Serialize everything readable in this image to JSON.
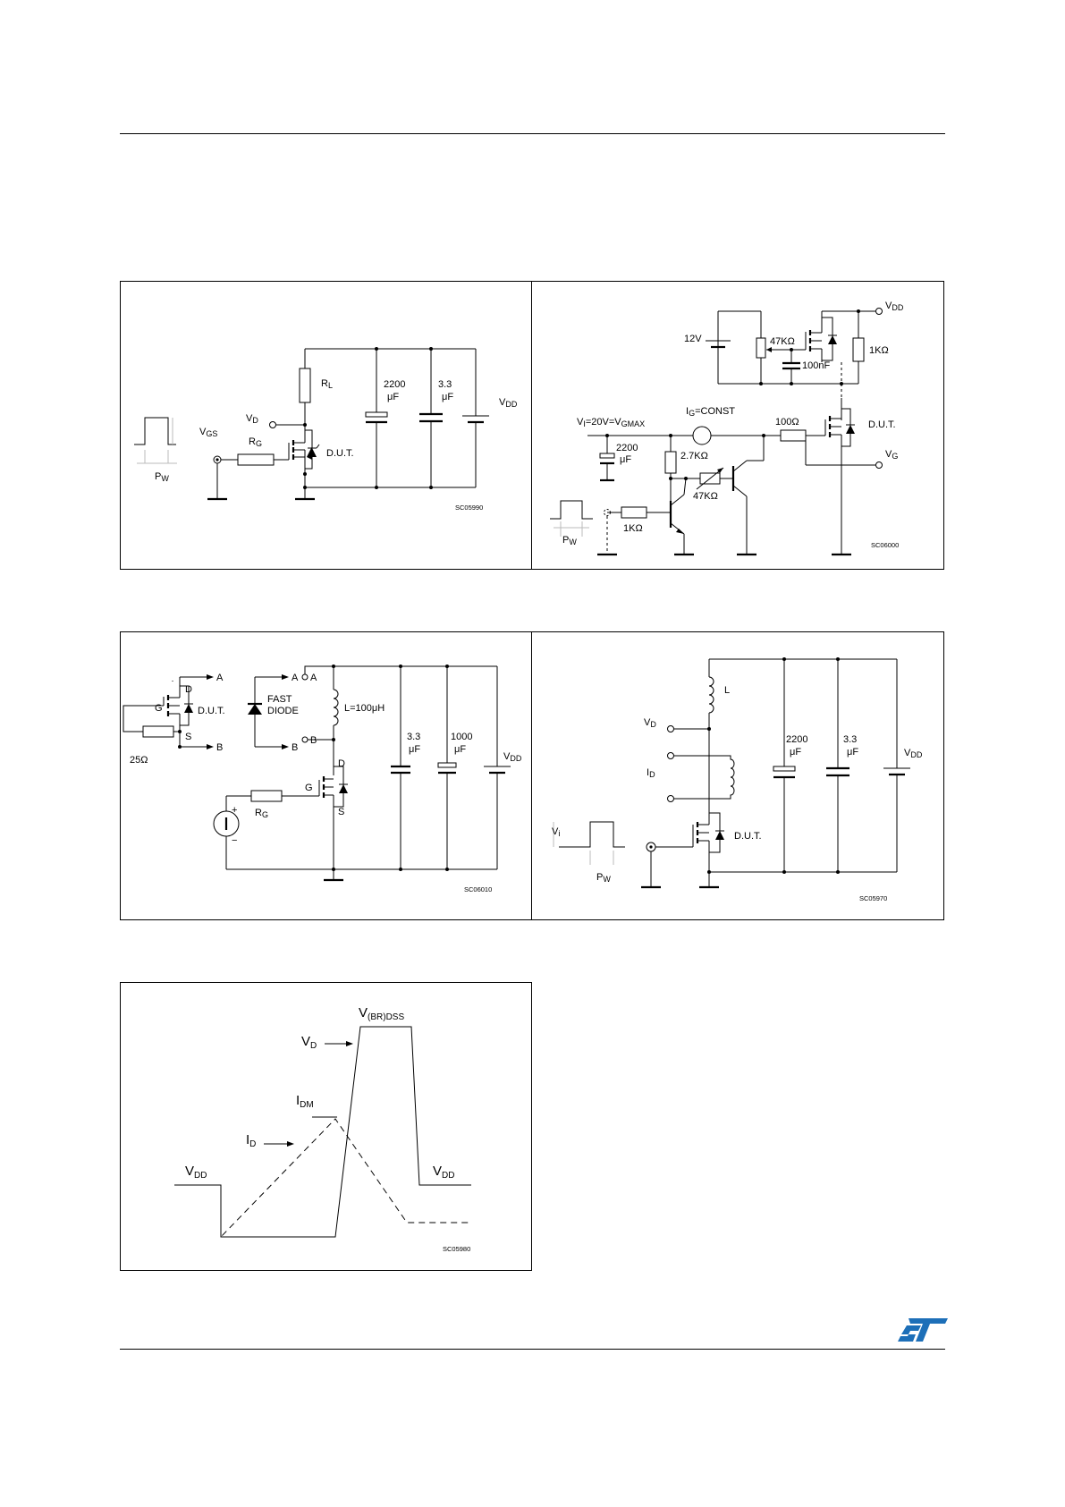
{
  "logo": {
    "name": "ST"
  },
  "fig1": {
    "code": "SC05990",
    "vgs_sym": "V",
    "vgs_sub": "GS",
    "pw_sym": "P",
    "pw_sub": "W",
    "rg_sym": "R",
    "rg_sub": "G",
    "rl_sym": "R",
    "rl_sub": "L",
    "vd_sym": "V",
    "vd_sub": "D",
    "vdd_sym": "V",
    "vdd_sub": "DD",
    "dut": "D.U.T.",
    "c1_val": "2200",
    "c1_unit": "μF",
    "c2_val": "3.3",
    "c2_unit": "μF"
  },
  "fig2": {
    "code": "SC06000",
    "vdd_sym": "V",
    "vdd_sub": "DD",
    "v12": "12V",
    "r47k_top": "47KΩ",
    "r1k_right": "1KΩ",
    "c100nf": "100nF",
    "vi_sym": "V",
    "vi_sub": "I",
    "vi_mid": "=20V=V",
    "vi_sub2": "GMAX",
    "ig_sym": "I",
    "ig_sub": "G",
    "ig_rest": "=CONST",
    "r100": "100Ω",
    "dut": "D.U.T.",
    "vg_sym": "V",
    "vg_sub": "G",
    "c2200_val": "2200",
    "c2200_unit": "μF",
    "r27k": "2.7KΩ",
    "r47k_mid": "47KΩ",
    "r1k_in": "1KΩ",
    "pw_sym": "P",
    "pw_sub": "W"
  },
  "fig3": {
    "code": "SC06010",
    "a1": "A",
    "a2": "A",
    "a3": "A",
    "b1": "B",
    "b2": "B",
    "b3": "B",
    "d1": "D",
    "d2": "D",
    "g1": "G",
    "g2": "G",
    "s1": "S",
    "s2": "S",
    "dut": "D.U.T.",
    "r25": "25Ω",
    "fast": "FAST",
    "diode": "DIODE",
    "lval": "L=100μH",
    "c1_val": "3.3",
    "c1_unit": "μF",
    "c2_val": "1000",
    "c2_unit": "μF",
    "vdd_sym": "V",
    "vdd_sub": "DD",
    "rg_sym": "R",
    "rg_sub": "G",
    "plus": "+",
    "minus": "−"
  },
  "fig4": {
    "code": "SC05970",
    "l": "L",
    "vd_sym": "V",
    "vd_sub": "D",
    "id_sym": "I",
    "id_sub": "D",
    "c1_val": "2200",
    "c1_unit": "μF",
    "c2_val": "3.3",
    "c2_unit": "μF",
    "vdd_sym": "V",
    "vdd_sub": "DD",
    "vi_sym": "V",
    "vi_sub": "i",
    "pw_sym": "P",
    "pw_sub": "W",
    "dut": "D.U.T."
  },
  "fig5": {
    "code": "SC05980",
    "vbr_sym": "V",
    "vbr_sub": "(BR)DSS",
    "vd_sym": "V",
    "vd_sub": "D",
    "idm_sym": "I",
    "idm_sub": "DM",
    "id_sym": "I",
    "id_sub": "D",
    "vdd1_sym": "V",
    "vdd1_sub": "DD",
    "vdd2_sym": "V",
    "vdd2_sub": "DD"
  }
}
